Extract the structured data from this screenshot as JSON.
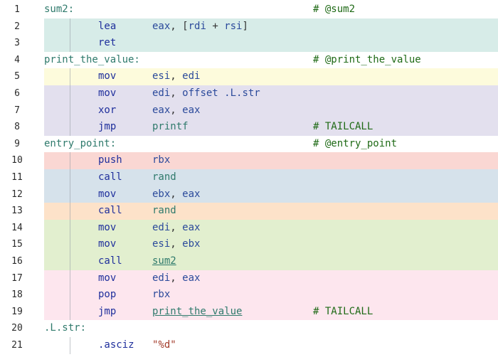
{
  "lines": [
    {
      "num": "1",
      "label": "sum2:",
      "comment": "# @sum2",
      "bg": "#ffffff"
    },
    {
      "num": "2",
      "mnemonic": "lea",
      "operands_a": "eax",
      "operands_b": ", [",
      "operands_c": "rdi",
      "operands_d": " + ",
      "operands_e": "rsi",
      "operands_f": "]",
      "bg": "#d7ece8"
    },
    {
      "num": "3",
      "mnemonic": "ret",
      "bg": "#d7ece8"
    },
    {
      "num": "4",
      "label": "print_the_value:",
      "comment": "# @print_the_value",
      "bg": "#ffffff"
    },
    {
      "num": "5",
      "mnemonic": "mov",
      "operands_a": "esi",
      "operands_b": ", ",
      "operands_c": "edi",
      "bg": "#fdfbdc"
    },
    {
      "num": "6",
      "mnemonic": "mov",
      "operands_a": "edi",
      "operands_b": ", ",
      "operands_c": "offset .L.str",
      "bg": "#e3e0ee"
    },
    {
      "num": "7",
      "mnemonic": "xor",
      "operands_a": "eax",
      "operands_b": ", ",
      "operands_c": "eax",
      "bg": "#e3e0ee"
    },
    {
      "num": "8",
      "mnemonic": "jmp",
      "operands_a": "printf",
      "comment": "# TAILCALL",
      "bg": "#e3e0ee"
    },
    {
      "num": "9",
      "label": "entry_point:",
      "comment": "# @entry_point",
      "bg": "#ffffff"
    },
    {
      "num": "10",
      "mnemonic": "push",
      "operands_a": "rbx",
      "bg": "#fad7d3"
    },
    {
      "num": "11",
      "mnemonic": "call",
      "operands_a": "rand",
      "bg": "#d6e2eb"
    },
    {
      "num": "12",
      "mnemonic": "mov",
      "operands_a": "ebx",
      "operands_b": ", ",
      "operands_c": "eax",
      "bg": "#d6e2eb"
    },
    {
      "num": "13",
      "mnemonic": "call",
      "operands_a": "rand",
      "bg": "#fde2c9"
    },
    {
      "num": "14",
      "mnemonic": "mov",
      "operands_a": "edi",
      "operands_b": ", ",
      "operands_c": "eax",
      "bg": "#e2efcf"
    },
    {
      "num": "15",
      "mnemonic": "mov",
      "operands_a": "esi",
      "operands_b": ", ",
      "operands_c": "ebx",
      "bg": "#e2efcf"
    },
    {
      "num": "16",
      "mnemonic": "call",
      "link": "sum2",
      "bg": "#e2efcf"
    },
    {
      "num": "17",
      "mnemonic": "mov",
      "operands_a": "edi",
      "operands_b": ", ",
      "operands_c": "eax",
      "bg": "#fde6ee"
    },
    {
      "num": "18",
      "mnemonic": "pop",
      "operands_a": "rbx",
      "bg": "#fde6ee"
    },
    {
      "num": "19",
      "mnemonic": "jmp",
      "link": "print_the_value",
      "comment": "# TAILCALL",
      "bg": "#fde6ee"
    },
    {
      "num": "20",
      "label": ".L.str:",
      "bg": "#ffffff"
    },
    {
      "num": "21",
      "mnemonic": ".asciz",
      "str": "\"%d\"",
      "bg": "#ffffff"
    }
  ]
}
